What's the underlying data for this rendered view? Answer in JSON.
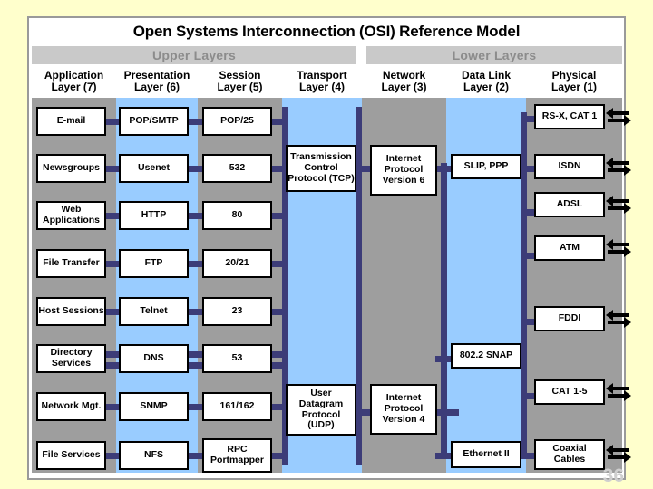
{
  "page": {
    "title": "Open Systems Interconnection (OSI) Reference Model",
    "page_number": "36",
    "background_color": "#ffffcc",
    "card_color": "#ffffff"
  },
  "bands": {
    "upper_label": "Upper Layers",
    "lower_label": "Lower Layers",
    "band_color": "#c9c9c9",
    "band_text_color": "#8c8c8c"
  },
  "colors": {
    "column_gray": "#9e9e9e",
    "column_blue": "#99ccff",
    "connector_navy": "#3c3c78",
    "box_fill": "#ffffff",
    "box_border": "#000000"
  },
  "layers": [
    {
      "name": "Application",
      "number": "Layer (7)",
      "stripe": "gray"
    },
    {
      "name": "Presentation",
      "number": "Layer (6)",
      "stripe": "blue"
    },
    {
      "name": "Session",
      "number": "Layer (5)",
      "stripe": "gray"
    },
    {
      "name": "Transport",
      "number": "Layer (4)",
      "stripe": "blue"
    },
    {
      "name": "Network",
      "number": "Layer (3)",
      "stripe": "gray"
    },
    {
      "name": "Data Link",
      "number": "Layer (2)",
      "stripe": "blue"
    },
    {
      "name": "Physical",
      "number": "Layer (1)",
      "stripe": "gray"
    }
  ],
  "application_layer": [
    "E-mail",
    "Newsgroups",
    "Web\nApplications",
    "File Transfer",
    "Host Sessions",
    "Directory\nServices",
    "Network Mgt.",
    "File Services"
  ],
  "presentation_layer": [
    "POP/SMTP",
    "Usenet",
    "HTTP",
    "FTP",
    "Telnet",
    "DNS",
    "SNMP",
    "NFS"
  ],
  "session_layer": [
    "POP/25",
    "532",
    "80",
    "20/21",
    "23",
    "53",
    "161/162",
    "RPC\nPortmapper"
  ],
  "transport_layer": [
    "Transmission\nControl\nProtocol (TCP)",
    "User\nDatagram\nProtocol (UDP)"
  ],
  "network_layer": [
    "Internet\nProtocol\nVersion 6",
    "Internet\nProtocol\nVersion 4"
  ],
  "datalink_layer": [
    "SLIP, PPP",
    "802.2 SNAP",
    "Ethernet II"
  ],
  "physical_layer": [
    "RS-X, CAT 1",
    "ISDN",
    "ADSL",
    "ATM",
    "FDDI",
    "CAT 1-5",
    "Coaxial\nCables"
  ]
}
